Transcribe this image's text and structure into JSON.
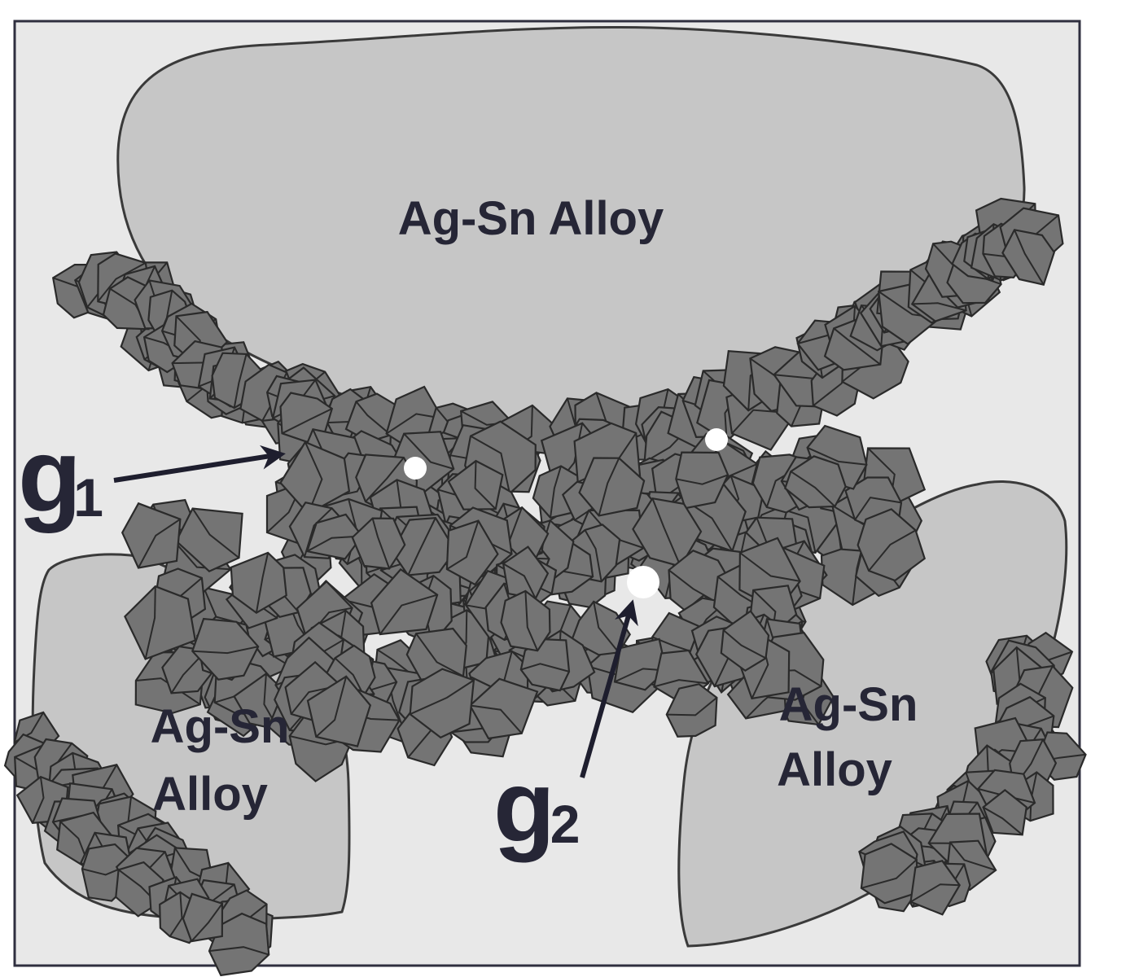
{
  "colors": {
    "frame_fill": "#e8e8e8",
    "frame_stroke": "#2f2f3f",
    "alloy_fill": "#c6c6c6",
    "alloy_stroke": "#3a3a3a",
    "crystal_fill": "#747474",
    "crystal_stroke": "#2a2a2a",
    "text": "#262636"
  },
  "labels": {
    "top_alloy": "Ag-Sn Alloy",
    "left_alloy_line1": "Ag-Sn",
    "left_alloy_line2": "Alloy",
    "right_alloy_line1": "Ag-Sn",
    "right_alloy_line2": "Alloy"
  },
  "gaps": [
    {
      "letter": "g",
      "subscript": "1"
    },
    {
      "letter": "g",
      "subscript": "2"
    }
  ]
}
